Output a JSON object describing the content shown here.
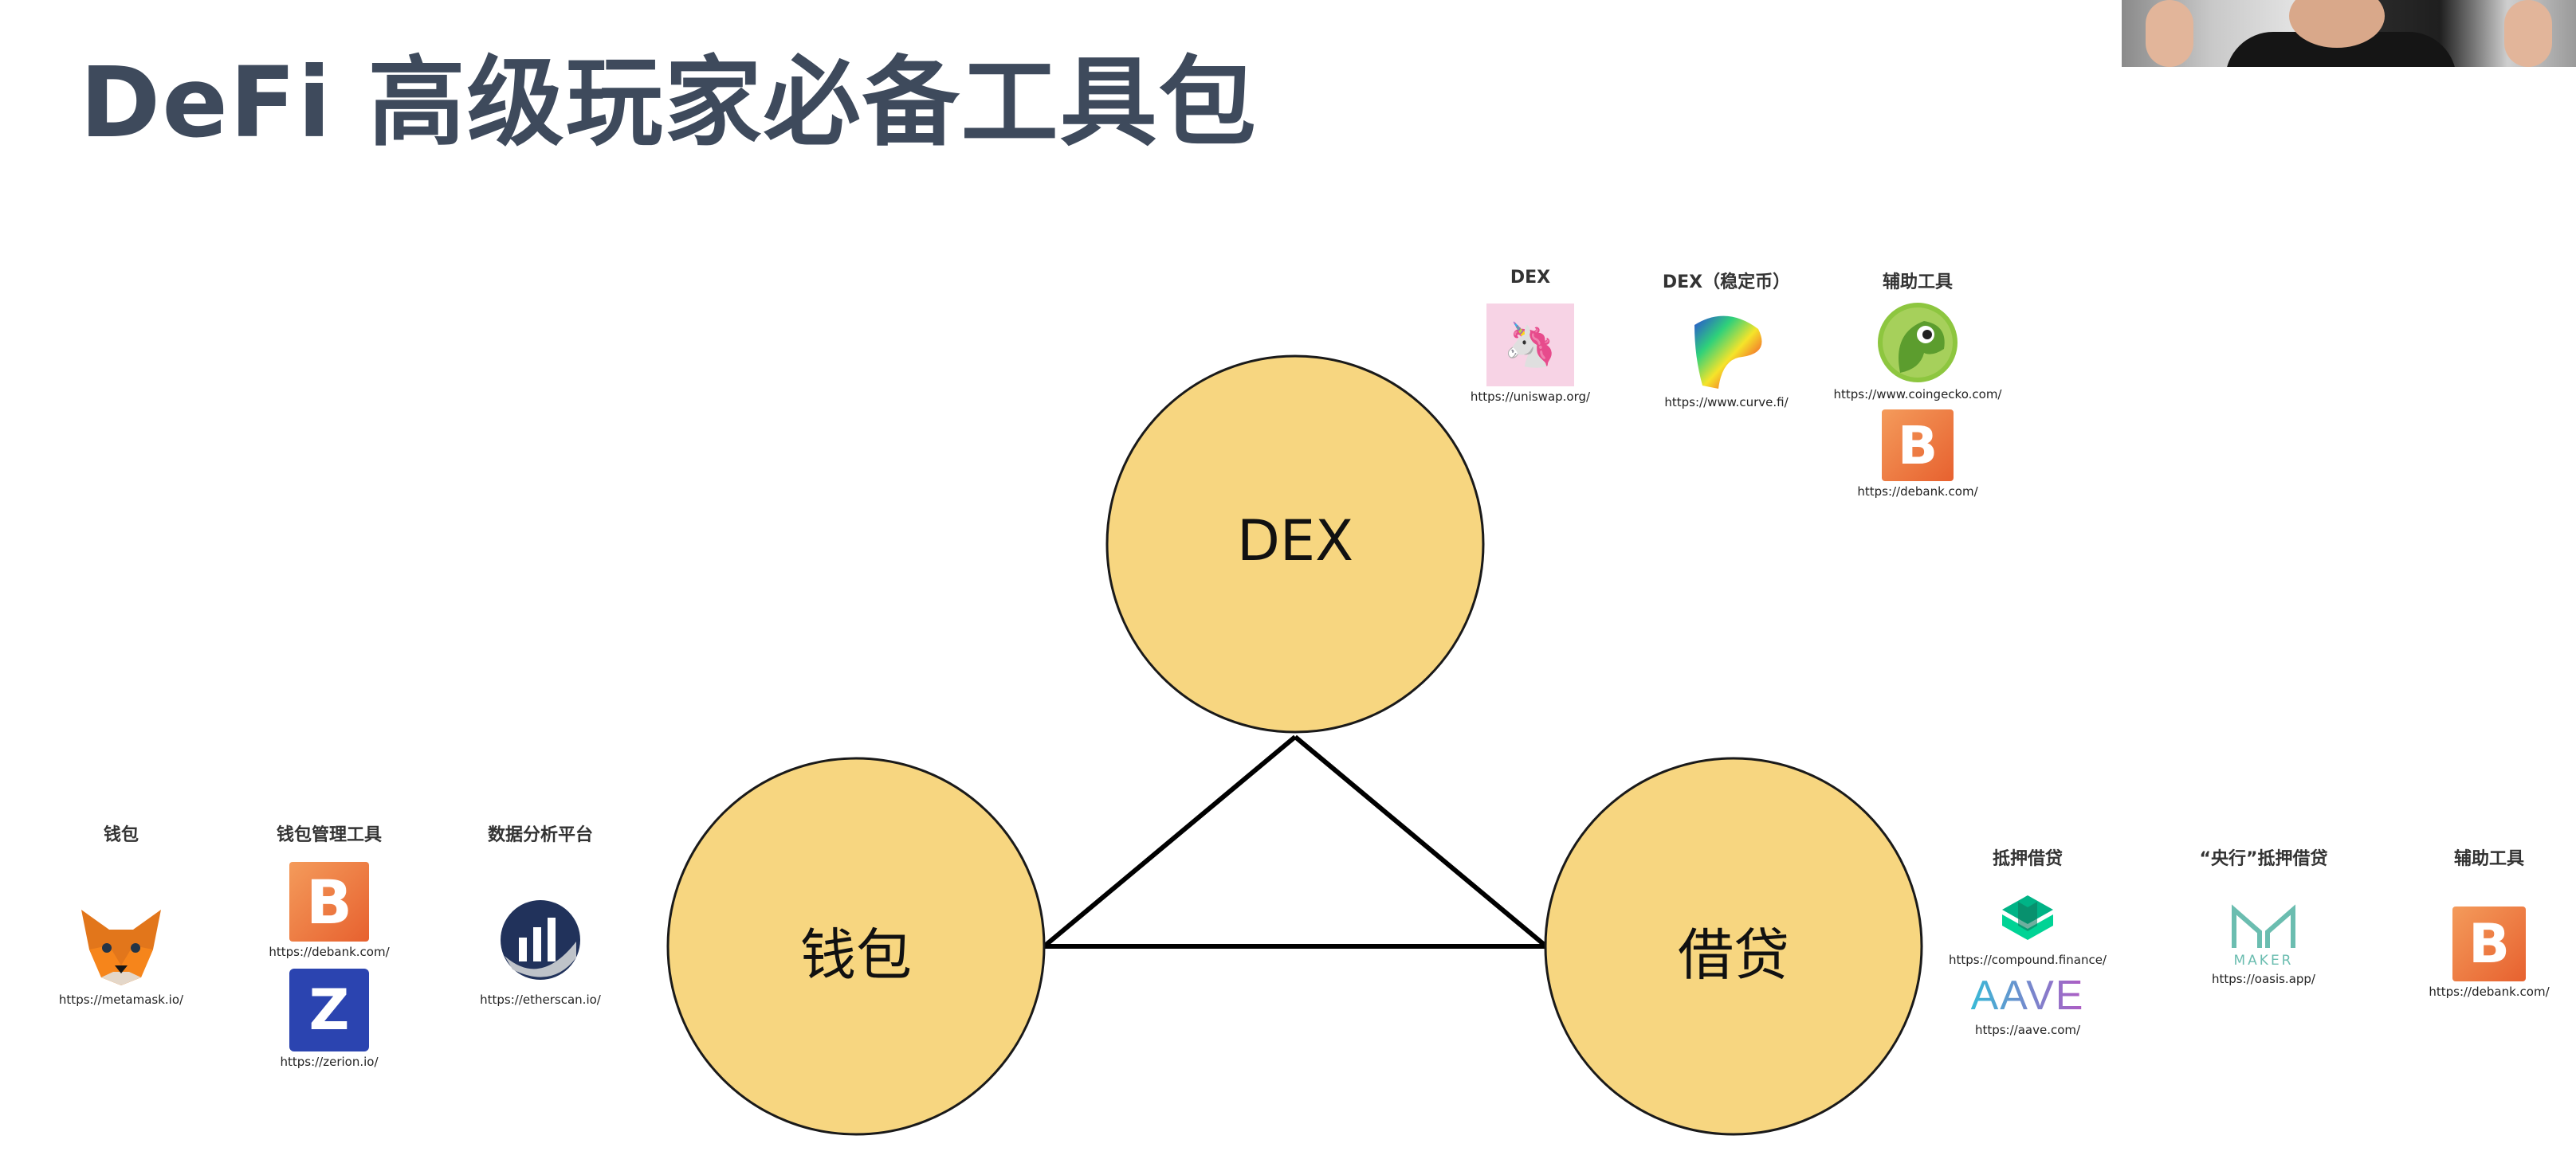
{
  "slide": {
    "title": "DeFi 高级玩家必备工具包"
  },
  "diagram": {
    "nodes": [
      {
        "id": "dex",
        "label": "DEX"
      },
      {
        "id": "wallet",
        "label": "钱包"
      },
      {
        "id": "lending",
        "label": "借贷"
      }
    ],
    "node_fill": "#f7d680",
    "edges": [
      [
        "dex",
        "wallet"
      ],
      [
        "dex",
        "lending"
      ],
      [
        "wallet",
        "lending"
      ]
    ]
  },
  "wallet_tools": {
    "wallet": {
      "label": "钱包",
      "url": "https://metamask.io/",
      "icon": "metamask-fox-icon"
    },
    "wallet_mgmt": {
      "label": "钱包管理工具",
      "items": [
        {
          "url": "https://debank.com/",
          "icon": "debank-logo-icon",
          "glyph": "B"
        },
        {
          "url": "https://zerion.io/",
          "icon": "zerion-logo-icon",
          "glyph": "Z"
        }
      ]
    },
    "analytics": {
      "label": "数据分析平台",
      "url": "https://etherscan.io/",
      "icon": "etherscan-logo-icon"
    }
  },
  "dex_tools": {
    "dex": {
      "label": "DEX",
      "url": "https://uniswap.org/",
      "icon": "uniswap-unicorn-icon"
    },
    "dex_stable": {
      "label": "DEX（稳定币）",
      "url": "https://www.curve.fi/",
      "icon": "curve-logo-icon"
    },
    "aux": {
      "label": "辅助工具",
      "items": [
        {
          "url": "https://www.coingecko.com/",
          "icon": "coingecko-logo-icon"
        },
        {
          "url": "https://debank.com/",
          "icon": "debank-logo-icon",
          "glyph": "B"
        }
      ]
    }
  },
  "lending_tools": {
    "collateral": {
      "label": "抵押借贷",
      "items": [
        {
          "url": "https://compound.finance/",
          "icon": "compound-logo-icon"
        },
        {
          "url": "https://aave.com/",
          "icon": "aave-logo-icon",
          "wordmark": "AAVE"
        }
      ]
    },
    "central_bank": {
      "label": "“央行”抵押借贷",
      "url": "https://oasis.app/",
      "icon": "maker-logo-icon",
      "wordmark": "MAKER"
    },
    "aux": {
      "label": "辅助工具",
      "url": "https://debank.com/",
      "icon": "debank-logo-icon",
      "glyph": "B"
    }
  },
  "colors": {
    "title": "#3e4a5c",
    "node_fill": "#f7d680",
    "debank": "#ec7a3f",
    "zerion": "#2b44b0"
  }
}
